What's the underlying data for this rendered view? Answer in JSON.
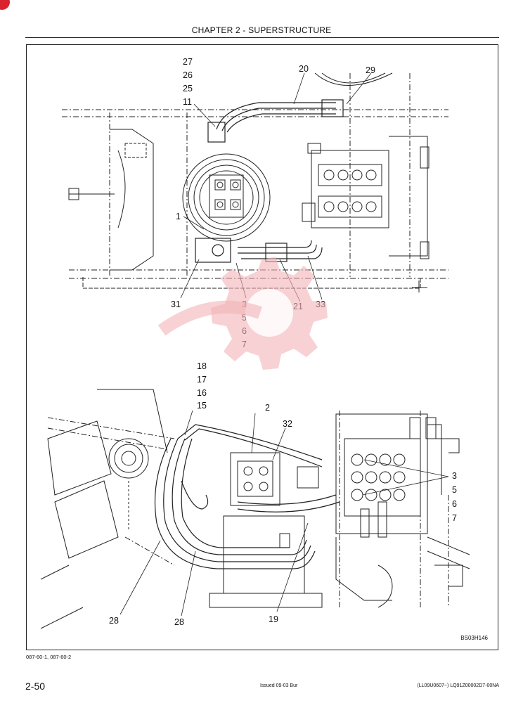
{
  "header": {
    "chapter_title": "CHAPTER 2 - SUPERSTRUCTURE"
  },
  "figure": {
    "top_callouts": {
      "c27": "27",
      "c26": "26",
      "c25": "25",
      "c11": "11",
      "c20": "20",
      "c29": "29",
      "c1": "1",
      "c31": "31",
      "c3": "3",
      "c5": "5",
      "c6": "6",
      "c7": "7",
      "c21": "21",
      "c33": "33"
    },
    "bottom_callouts": {
      "c18": "18",
      "c17": "17",
      "c16": "16",
      "c15": "15",
      "c2": "2",
      "c32": "32",
      "c3": "3",
      "c5": "5",
      "c6": "6",
      "c7": "7",
      "c28a": "28",
      "c28b": "28",
      "c19": "19"
    },
    "figure_code": "BS03H146"
  },
  "caption": {
    "reference": "087-60-1, 087-60-2"
  },
  "footer": {
    "page_number": "2-50",
    "issue": "Issued 09-03   Bur",
    "serial": "(LL09U0607~)   LQ91Z00002D7-00NA"
  },
  "colors": {
    "accent": "#d9232e",
    "watermark": "#f2b3b6",
    "ink": "#111111"
  }
}
